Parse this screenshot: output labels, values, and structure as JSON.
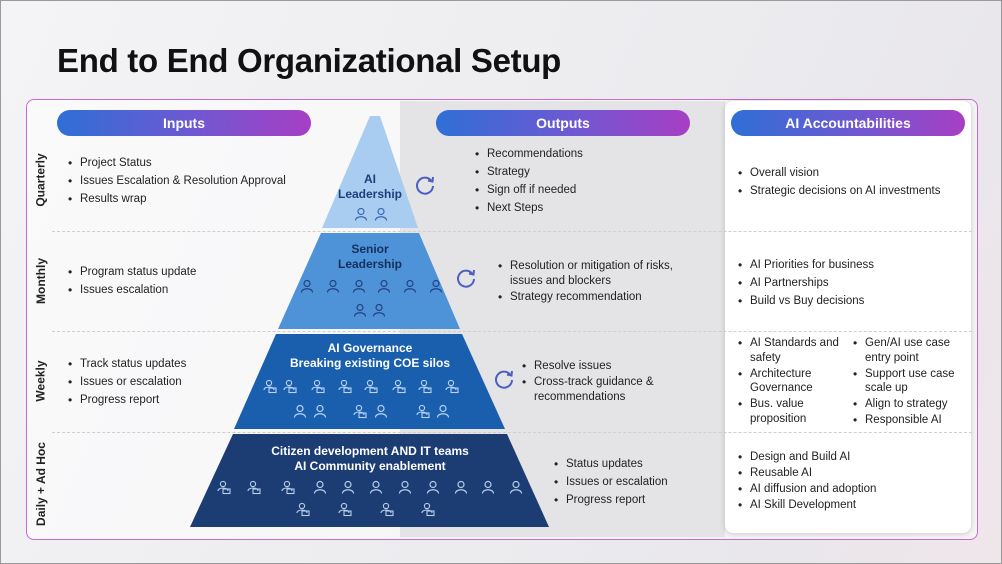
{
  "title": "End to End Organizational Setup",
  "headers": {
    "inputs": "Inputs",
    "outputs": "Outputs",
    "accountabilities": "AI Accountabilities"
  },
  "colors": {
    "pill_start": "#2f6fd6",
    "pill_mid": "#6a5ad2",
    "pill_end": "#a73fc4",
    "tier1": "#a9cdf0",
    "tier2": "#4e93d8",
    "tier3": "#1a5fae",
    "tier4": "#1c3d74",
    "frame": "#c86ad0"
  },
  "rows": [
    {
      "label": "Quarterly",
      "inputs": [
        "Project Status",
        "Issues Escalation & Resolution Approval",
        "Results wrap"
      ],
      "tier": [
        "AI",
        "Leadership"
      ],
      "outputs": [
        "Recommendations",
        "Strategy",
        "Sign off if needed",
        "Next Steps"
      ],
      "accountabilities": [
        "Overall vision",
        "Strategic decisions on AI investments"
      ]
    },
    {
      "label": "Monthly",
      "inputs": [
        "Program status update",
        "Issues escalation"
      ],
      "tier": [
        "Senior",
        "Leadership"
      ],
      "outputs": [
        "Resolution or mitigation of risks, issues and blockers",
        "Strategy recommendation"
      ],
      "accountabilities": [
        "AI Priorities for business",
        "AI Partnerships",
        "Build vs Buy decisions"
      ]
    },
    {
      "label": "Weekly",
      "inputs": [
        "Track status updates",
        "Issues or escalation",
        "Progress report"
      ],
      "tier": [
        "AI Governance",
        "Breaking existing COE silos"
      ],
      "outputs": [
        "Resolve issues",
        "Cross-track guidance & recommendations"
      ],
      "accountabilities_col1": [
        "AI Standards and safety",
        "Architecture Governance",
        "Bus. value proposition"
      ],
      "accountabilities_col2": [
        "Gen/AI use case entry point",
        "Support use case scale up",
        "Align to strategy",
        "Responsible AI"
      ]
    },
    {
      "label": "Daily + Ad Hoc",
      "inputs": [
        "Status updates",
        "Issues or escalation",
        "Progress report"
      ],
      "tier": [
        "Citizen development AND IT teams",
        "AI Community enablement"
      ],
      "accountabilities": [
        "Design and Build AI",
        "Reusable AI",
        "AI diffusion and adoption",
        "AI Skill Development"
      ]
    }
  ],
  "icons": {
    "cycle": "refresh-cycle-icon",
    "person": "person-icon",
    "laptop_person": "person-laptop-icon"
  }
}
